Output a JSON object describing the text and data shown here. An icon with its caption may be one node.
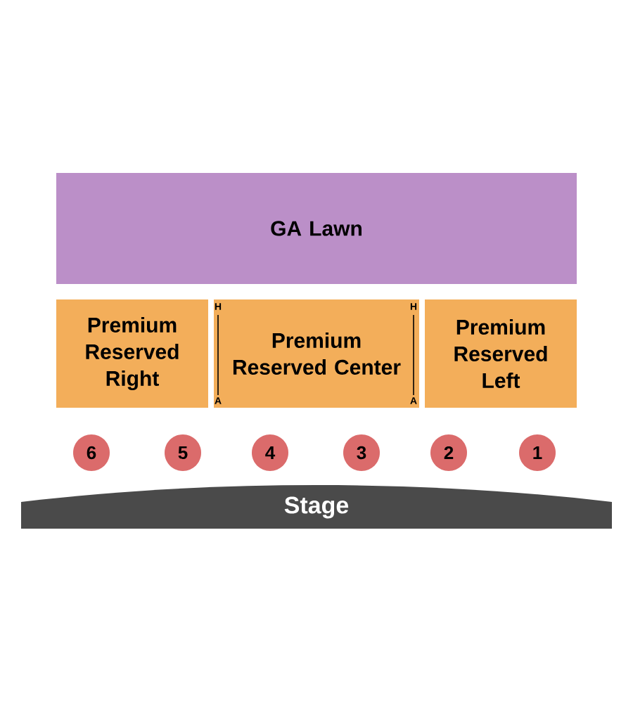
{
  "diagram": {
    "nodes": [
      {
        "text": [
          "GA Lawn"
        ]
      },
      {
        "text": [
          "Premium Reserved Right"
        ]
      },
      {
        "text": [
          "Premium Reserved Center"
        ]
      },
      {
        "text": [
          "Premium Reserved Left"
        ]
      },
      {
        "text": [
          "6"
        ]
      },
      {
        "text": [
          "5"
        ]
      },
      {
        "text": [
          "4"
        ]
      },
      {
        "text": [
          "3"
        ]
      },
      {
        "text": [
          "2"
        ]
      },
      {
        "text": [
          "1"
        ]
      },
      {
        "text": [
          "Stage"
        ]
      }
    ],
    "labels": [
      "H",
      "A",
      "H",
      "A"
    ]
  }
}
